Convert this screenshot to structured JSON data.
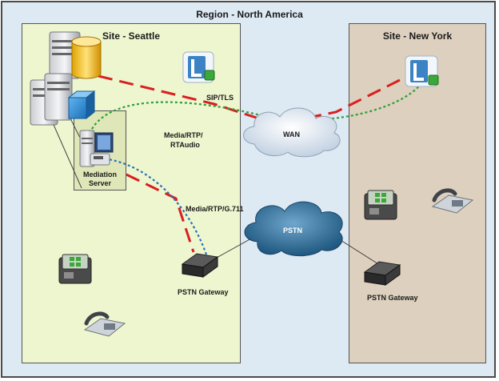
{
  "region_title": "Region - North America",
  "sites": {
    "seattle": {
      "title": "Site - Seattle"
    },
    "new_york": {
      "title": "Site - New York"
    }
  },
  "labels": {
    "sip_tls": "SIP/TLS",
    "media_rtaudio_l1": "Media/RTP/",
    "media_rtaudio_l2": "RTAudio",
    "media_g711": "Media/RTP/G.711",
    "wan": "WAN",
    "pstn": "PSTN",
    "mediation_l1": "Mediation",
    "mediation_l2": "Server",
    "pstn_gateway_seattle": "PSTN Gateway",
    "pstn_gateway_ny": "PSTN Gateway"
  },
  "colors": {
    "sip_line": "#d92020",
    "media_line": "#2e9e3a",
    "g711_line": "#2874b8",
    "wan_cloud": "#e8eef6",
    "pstn_cloud": "#2f6f9e"
  }
}
